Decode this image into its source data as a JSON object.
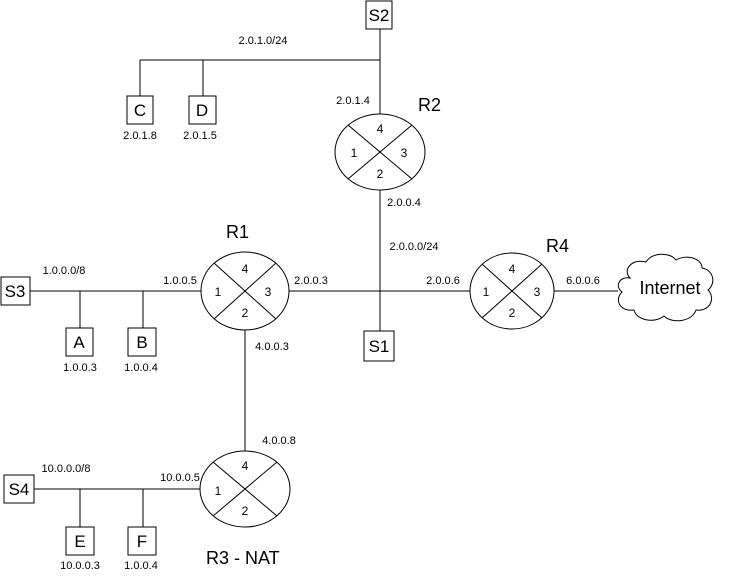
{
  "routers": {
    "r1": {
      "name": "R1",
      "ports": [
        "4",
        "1",
        "3",
        "2"
      ]
    },
    "r2": {
      "name": "R2",
      "ports": [
        "4",
        "1",
        "3",
        "2"
      ]
    },
    "r3": {
      "name": "R3 - NAT",
      "ports": [
        "4",
        "1",
        "2"
      ]
    },
    "r4": {
      "name": "R4",
      "ports": [
        "4",
        "1",
        "3",
        "2"
      ]
    }
  },
  "switches": {
    "s1": "S1",
    "s2": "S2",
    "s3": "S3",
    "s4": "S4"
  },
  "hosts": {
    "a": {
      "name": "A",
      "ip": "1.0.0.3"
    },
    "b": {
      "name": "B",
      "ip": "1.0.0.4"
    },
    "c": {
      "name": "C",
      "ip": "2.0.1.8"
    },
    "d": {
      "name": "D",
      "ip": "2.0.1.5"
    },
    "e": {
      "name": "E",
      "ip": "10.0.0.3"
    },
    "f": {
      "name": "F",
      "ip": "1.0.0.4"
    }
  },
  "cloud": {
    "label": "Internet"
  },
  "labels": {
    "net_2_0_1": "2.0.1.0/24",
    "r2_if4": "2.0.1.4",
    "r2_if2": "2.0.0.4",
    "net_2_0_0": "2.0.0.0/24",
    "net_1_0_0": "1.0.0.0/8",
    "r1_if1": "1.0.0.5",
    "r1_if3": "2.0.0.3",
    "r1_if2": "4.0.0.3",
    "r4_if1": "2.0.0.6",
    "r4_if3": "6.0.0.6",
    "r3_if4": "4.0.0.8",
    "net_10": "10.0.0.0/8",
    "r3_if1": "10.0.0.5"
  }
}
